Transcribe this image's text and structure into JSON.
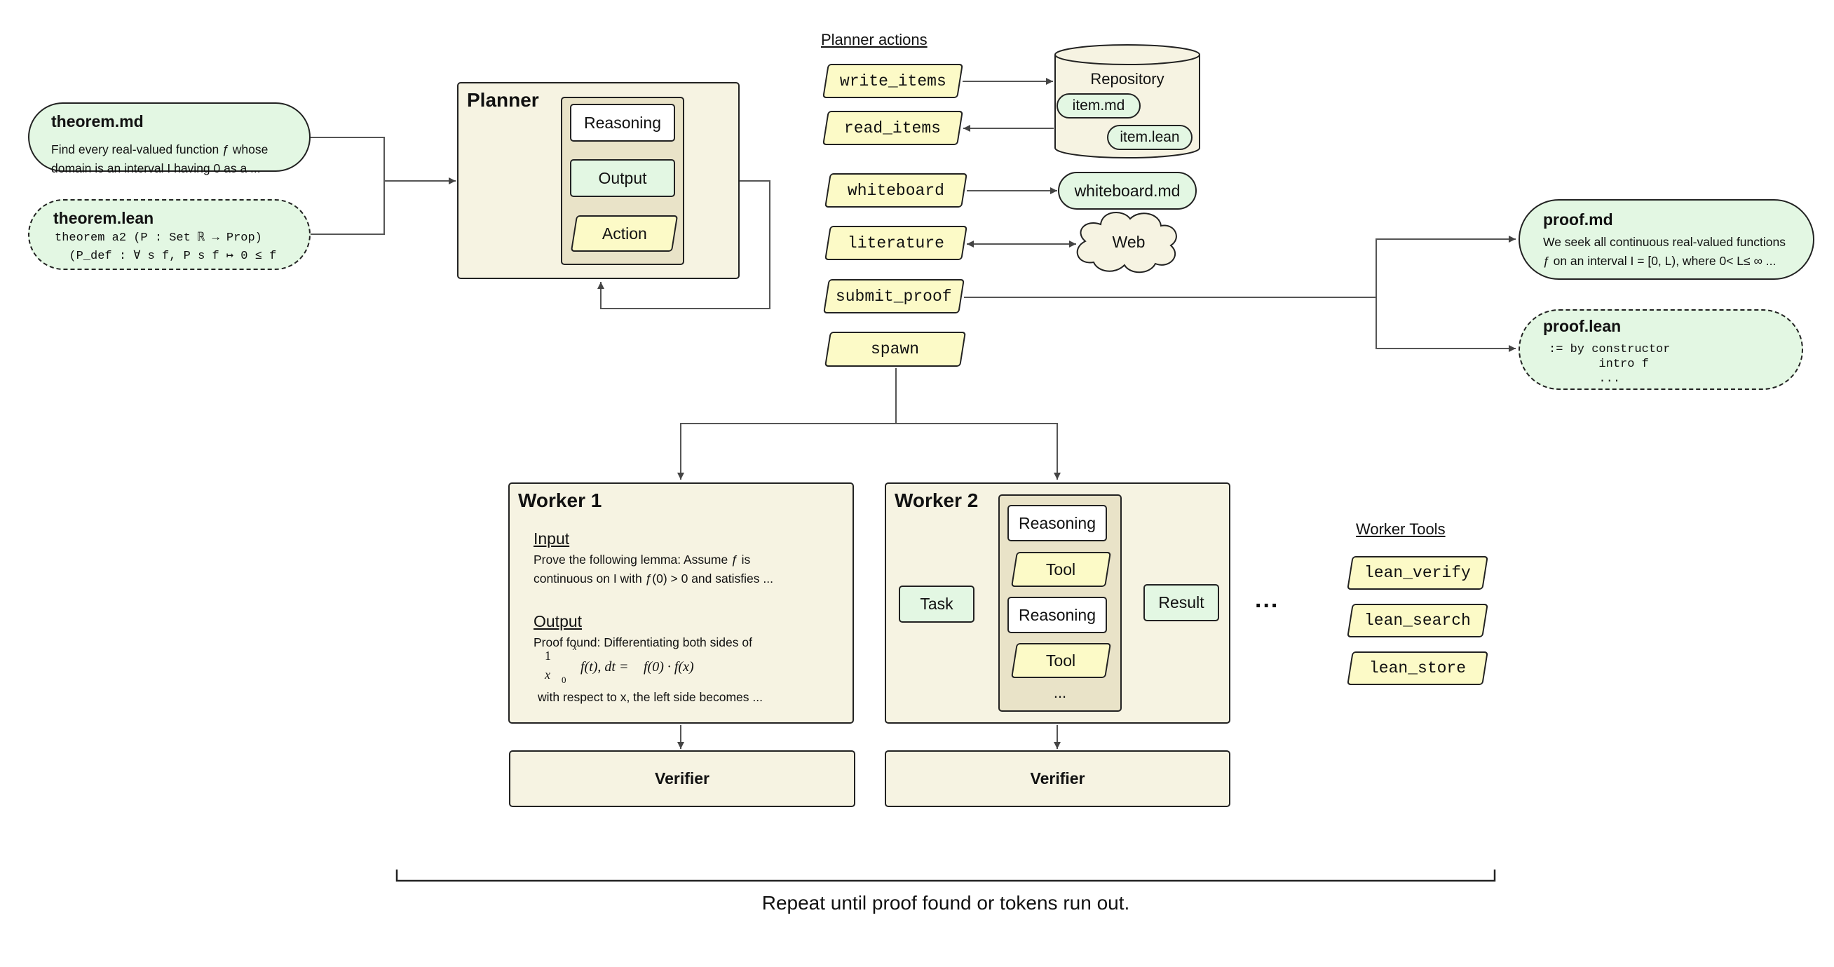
{
  "theorem_md": {
    "title": "theorem.md",
    "text": "Find every real-valued function ƒ whose\ndomain is an interval I having 0 as a ..."
  },
  "theorem_lean": {
    "title": "theorem.lean",
    "code": "theorem a2 (P : Set ℝ → Prop)\n  (P_def : ∀ s f, P s f ↦ 0 ≤ f"
  },
  "planner": {
    "title": "Planner",
    "reasoning": "Reasoning",
    "output": "Output",
    "action": "Action"
  },
  "planner_actions": {
    "heading": "Planner actions",
    "items": [
      "write_items",
      "read_items",
      "whiteboard",
      "literature",
      "submit_proof",
      "spawn"
    ]
  },
  "repository": {
    "label": "Repository",
    "item_md": "item.md",
    "item_lean": "item.lean"
  },
  "whiteboard_md": "whiteboard.md",
  "web": "Web",
  "proof_md": {
    "title": "proof.md",
    "text": "We seek all continuous real-valued functions\nƒ on an interval I = [0, L), where 0< L≤ ∞ ..."
  },
  "proof_lean": {
    "title": "proof.lean",
    "code": ":= by constructor\n       intro f\n       ..."
  },
  "worker1": {
    "title": "Worker 1",
    "input_heading": "Input",
    "input_text": "Prove the following lemma: Assume ƒ is\ncontinuous on I with ƒ(0) > 0 and satisfies ...",
    "output_heading": "Output",
    "output_text": "Proof found: Differentiating both sides of",
    "math_lhs": "1",
    "math_den": "x",
    "math_upper": "x",
    "math_lower": "0",
    "math_integrand": "f(t), dt =",
    "math_rhs": "f(0) · f(x)",
    "output_text2": "with respect to x, the left side becomes ..."
  },
  "worker2": {
    "title": "Worker 2",
    "task": "Task",
    "reasoning1": "Reasoning",
    "tool1": "Tool",
    "reasoning2": "Reasoning",
    "tool2": "Tool",
    "dots": "...",
    "result": "Result"
  },
  "ellipsis": "...",
  "verifier_label": "Verifier",
  "worker_tools": {
    "heading": "Worker Tools",
    "items": [
      "lean_verify",
      "lean_search",
      "lean_store"
    ]
  },
  "caption": "Repeat until proof found or tokens run out."
}
